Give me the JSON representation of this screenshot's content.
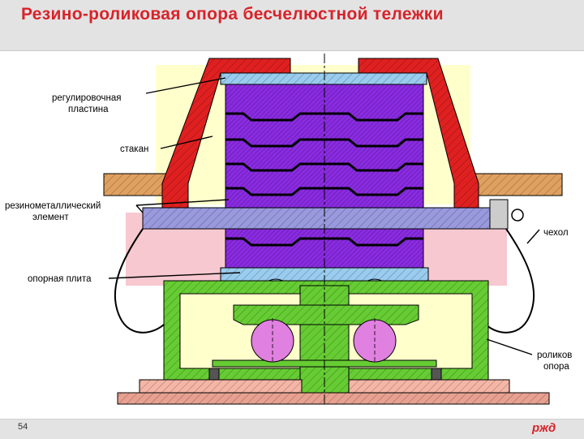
{
  "title": "Резино-роликовая опора бесчелюстной тележки",
  "page_number": "54",
  "logo_text": "ржд",
  "labels": {
    "plate_line1": "регулировочная",
    "plate_line2": "пластина",
    "cup": "стакан",
    "rubber_line1": "резинометаллический",
    "rubber_line2": "элемент",
    "support_plate": "опорная плита",
    "cover": "чехол",
    "roller_line1": "роликов",
    "roller_line2": "опора"
  },
  "colors": {
    "title": "#d8232a",
    "cup": "#e02020",
    "rubber": "#8a2be2",
    "base": "#66cc33",
    "roller": "#e080e0",
    "plate": "#99ccee",
    "frame": "#e0a060",
    "cover": "#f8c8d0"
  }
}
